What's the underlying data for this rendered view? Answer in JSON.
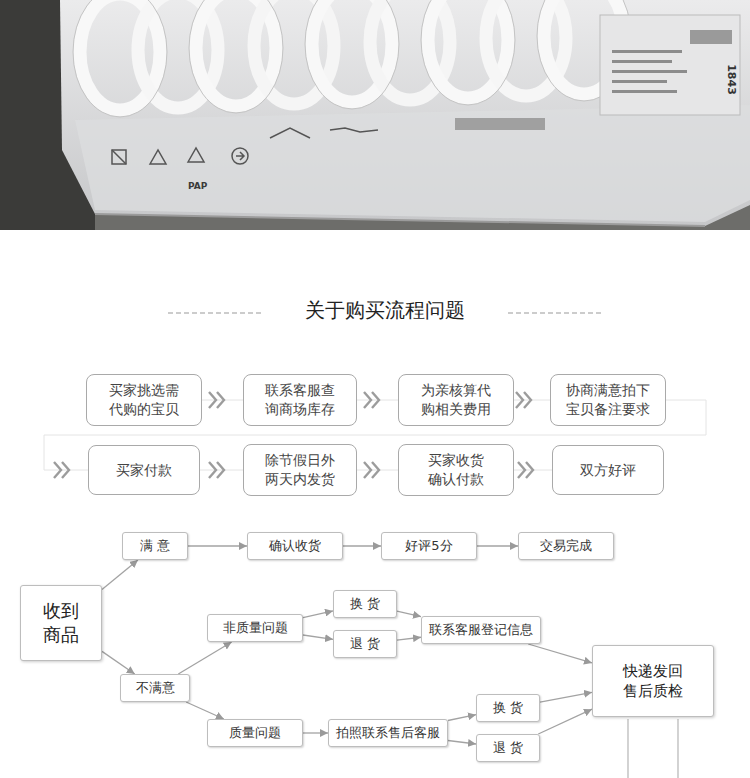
{
  "diagram": {
    "title": "关于购买流程问题",
    "nodes": [
      {
        "text": [
          "买家挑选需 代购的宝贝"
        ]
      },
      {
        "text": [
          "联系客服查 询商场库存"
        ]
      },
      {
        "text": [
          "为亲核算代 购相关费用"
        ]
      },
      {
        "text": [
          "协商满意拍下 宝贝备注要求"
        ]
      },
      {
        "text": [
          "买家付款"
        ]
      },
      {
        "text": [
          "除节假日外 两天内发货"
        ]
      },
      {
        "text": [
          "买家收货 确认付款"
        ]
      },
      {
        "text": [
          "双方好评"
        ]
      },
      {
        "text": [
          "满 意"
        ]
      },
      {
        "text": [
          "确认收货"
        ]
      },
      {
        "text": [
          "好评5分"
        ]
      },
      {
        "text": [
          "交易完成"
        ]
      },
      {
        "text": [
          "收到 商品"
        ]
      },
      {
        "text": [
          "非质量问题"
        ]
      },
      {
        "text": [
          "换 货"
        ]
      },
      {
        "text": [
          "退 货"
        ]
      },
      {
        "text": [
          "联系客服登记信息"
        ]
      },
      {
        "text": [
          "快递发回 售后质检"
        ]
      },
      {
        "text": [
          "不满意"
        ]
      },
      {
        "text": [
          "质量问题"
        ]
      },
      {
        "text": [
          "换 货"
        ]
      },
      {
        "text": [
          "退 货"
        ]
      },
      {
        "text": [
          "拍照联系售后客服"
        ]
      }
    ],
    "edges": [
      {
        "from": 0,
        "to": 1,
        "arrow": "to"
      },
      {
        "from": 1,
        "to": 2,
        "arrow": "to"
      },
      {
        "from": 2,
        "to": 3,
        "arrow": "to"
      },
      {
        "from": 3,
        "to": 4,
        "arrow": "to"
      },
      {
        "from": 4,
        "to": 5,
        "arrow": "to"
      },
      {
        "from": 5,
        "to": 6,
        "arrow": "to"
      },
      {
        "from": 6,
        "to": 7,
        "arrow": "to"
      },
      {
        "from": 12,
        "to": 8,
        "arrow": "to"
      },
      {
        "from": 8,
        "to": 9,
        "arrow": "to"
      },
      {
        "from": 9,
        "to": 10,
        "arrow": "to"
      },
      {
        "from": 10,
        "to": 11,
        "arrow": "to"
      },
      {
        "from": 12,
        "to": 18,
        "arrow": "to"
      },
      {
        "from": 18,
        "to": 13,
        "arrow": "to"
      },
      {
        "from": 18,
        "to": 19,
        "arrow": "to"
      },
      {
        "from": 13,
        "to": 14,
        "arrow": "to"
      },
      {
        "from": 13,
        "to": 15,
        "arrow": "to"
      },
      {
        "from": 14,
        "to": 16,
        "arrow": "to"
      },
      {
        "from": 15,
        "to": 16,
        "arrow": "to"
      },
      {
        "from": 16,
        "to": 17,
        "arrow": "to"
      },
      {
        "from": 19,
        "to": 22,
        "arrow": "to"
      },
      {
        "from": 22,
        "to": 20,
        "arrow": "to"
      },
      {
        "from": 22,
        "to": 21,
        "arrow": "to"
      },
      {
        "from": 20,
        "to": 17,
        "arrow": "to"
      },
      {
        "from": 21,
        "to": 17,
        "arrow": "to"
      }
    ],
    "labels": [
      "PAP",
      "1843"
    ]
  }
}
